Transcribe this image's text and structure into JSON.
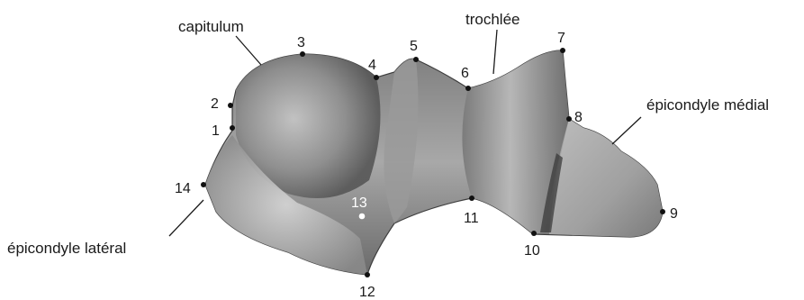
{
  "labels": {
    "capitulum": "capitulum",
    "trochlee": "trochlée",
    "epicondyle_medial": "épicondyle médial",
    "epicondyle_lateral": "épicondyle latéral"
  },
  "landmarks": [
    "1",
    "2",
    "3",
    "4",
    "5",
    "6",
    "7",
    "8",
    "9",
    "10",
    "11",
    "12",
    "13",
    "14"
  ],
  "colors": {
    "bone_light": "#c9c9c9",
    "bone_mid": "#8c8c8c",
    "bone_dark": "#4d4d4d",
    "point": "#111111",
    "point_highlight": "#ffffff"
  }
}
